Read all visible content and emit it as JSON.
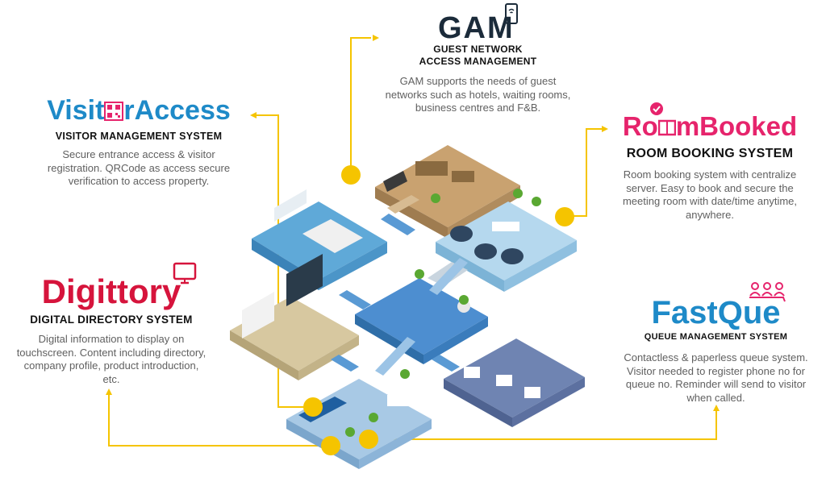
{
  "accent": "#f5c400",
  "gam": {
    "logo": "GAM",
    "logo_icon": "smartphone-wifi-icon",
    "subtitle_line1": "GUEST NETWORK",
    "subtitle_line2": "ACCESS MANAGEMENT",
    "desc_line1": "GAM supports the needs of guest",
    "desc_line2": "networks such as hotels, waiting rooms,",
    "desc_line3": "business centres and F&B.",
    "color": "#1b2b3a"
  },
  "visitor": {
    "logo_a": "Visit",
    "logo_b": "r",
    "logo_c": "Access",
    "logo_icon": "qr-code-icon",
    "subtitle": "VISITOR MANAGEMENT SYSTEM",
    "desc_line1": "Secure entrance access & visitor",
    "desc_line2": "registration. QRCode as access secure",
    "desc_line3": "verification to access property.",
    "color": "#1e8ac8"
  },
  "room": {
    "logo_a": "Ro",
    "logo_b": "mBooked",
    "logo_icon": "book-check-icon",
    "subtitle": "ROOM BOOKING SYSTEM",
    "desc_line1": "Room booking system with centralize",
    "desc_line2": "server. Easy to book and secure the",
    "desc_line3": "meeting room with date/time anytime,",
    "desc_line4": "anywhere.",
    "color": "#e6246c"
  },
  "digittory": {
    "logo": "Digittory",
    "logo_icon": "monitor-icon",
    "subtitle": "DIGITAL DIRECTORY SYSTEM",
    "desc_line1": "Digital information to display on",
    "desc_line2": "touchscreen. Content including directory,",
    "desc_line3": "company profile, product introduction,",
    "desc_line4": "etc.",
    "color": "#d6143c"
  },
  "fastque": {
    "logo": "FastQue",
    "logo_icon": "people-queue-icon",
    "subtitle": "QUEUE MANAGEMENT SYSTEM",
    "desc_line1": "Contactless & paperless queue system.",
    "desc_line2": "Visitor needed to register phone no for",
    "desc_line3": "queue no. Reminder will send to visitor",
    "desc_line4": "when called.",
    "color": "#1e8ac8"
  }
}
